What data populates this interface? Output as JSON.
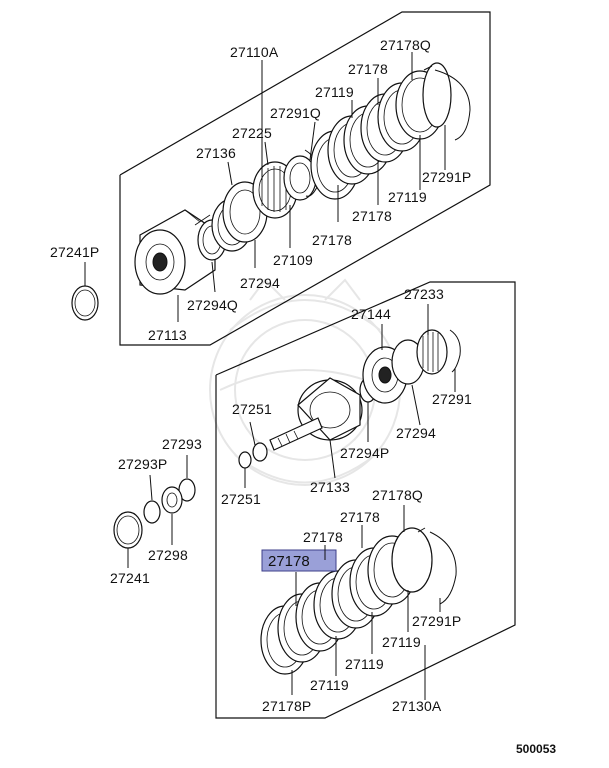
{
  "diagram": {
    "figure_number": "500053",
    "highlighted_part": "27178",
    "labels": {
      "p27110A": "27110A",
      "p27178Q_top": "27178Q",
      "p27178_top1": "27178",
      "p27119_top1": "27119",
      "p27291Q": "27291Q",
      "p27225": "27225",
      "p27136": "27136",
      "p27291P_top": "27291P",
      "p27119_top2": "27119",
      "p27178_top2": "27178",
      "p27178_top3": "27178",
      "p27109": "27109",
      "p27294": "27294",
      "p27294Q": "27294Q",
      "p27113": "27113",
      "p27241P": "27241P",
      "p27233": "27233",
      "p27144": "27144",
      "p27291": "27291",
      "p27294_mid": "27294",
      "p27294P": "27294P",
      "p27251_a": "27251",
      "p27251_b": "27251",
      "p27133": "27133",
      "p27293": "27293",
      "p27293P": "27293P",
      "p27298": "27298",
      "p27241": "27241",
      "p27178Q_bot": "27178Q",
      "p27178_bot1": "27178",
      "p27178_bot2": "27178",
      "p27291P_bot": "27291P",
      "p27119_bot1": "27119",
      "p27119_bot2": "27119",
      "p27119_bot3": "27119",
      "p27178P": "27178P",
      "p27130A": "27130A"
    },
    "colors": {
      "highlight_fill": "#9aa0d8",
      "highlight_border": "#3d3f8a",
      "line": "#111111",
      "watermark": "#e6e6e6"
    }
  }
}
